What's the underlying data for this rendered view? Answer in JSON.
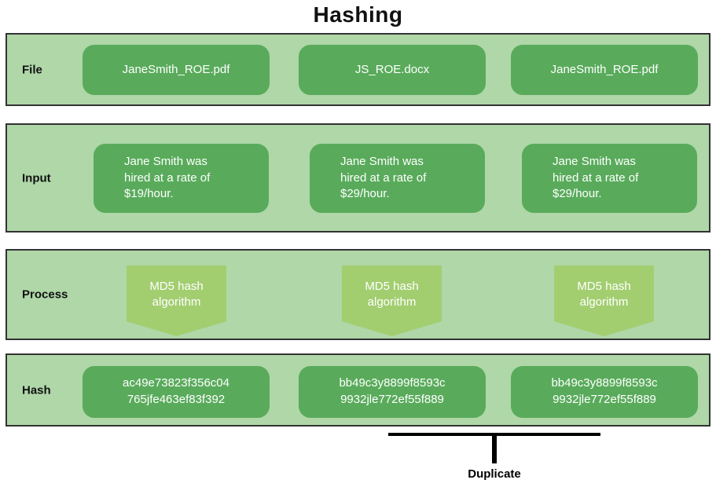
{
  "title": "Hashing",
  "rows": [
    {
      "label": "File",
      "items": [
        "JaneSmith_ROE.pdf",
        "JS_ROE.docx",
        "JaneSmith_ROE.pdf"
      ]
    },
    {
      "label": "Input",
      "items": [
        "Jane Smith was\nhired at a rate of\n$19/hour.",
        "Jane Smith was\nhired at a rate of\n$29/hour.",
        "Jane Smith was\nhired at a rate of\n$29/hour."
      ]
    },
    {
      "label": "Process",
      "items": [
        "MD5 hash\nalgorithm",
        "MD5 hash\nalgorithm",
        "MD5 hash\nalgorithm"
      ]
    },
    {
      "label": "Hash",
      "items": [
        "ac49e73823f356c04\n765jfe463ef83f392",
        "bb49c3y8899f8593c\n9932jle772ef55f889",
        "bb49c3y8899f8593c\n9932jle772ef55f889"
      ]
    }
  ],
  "annotation": {
    "label": "Duplicate"
  },
  "colors": {
    "row_background": "#afd7a8",
    "row_border": "#333333",
    "node_green": "#59ab5b",
    "process_green": "#a2ce70",
    "node_text": "#ffffff",
    "label_text": "#111111"
  }
}
